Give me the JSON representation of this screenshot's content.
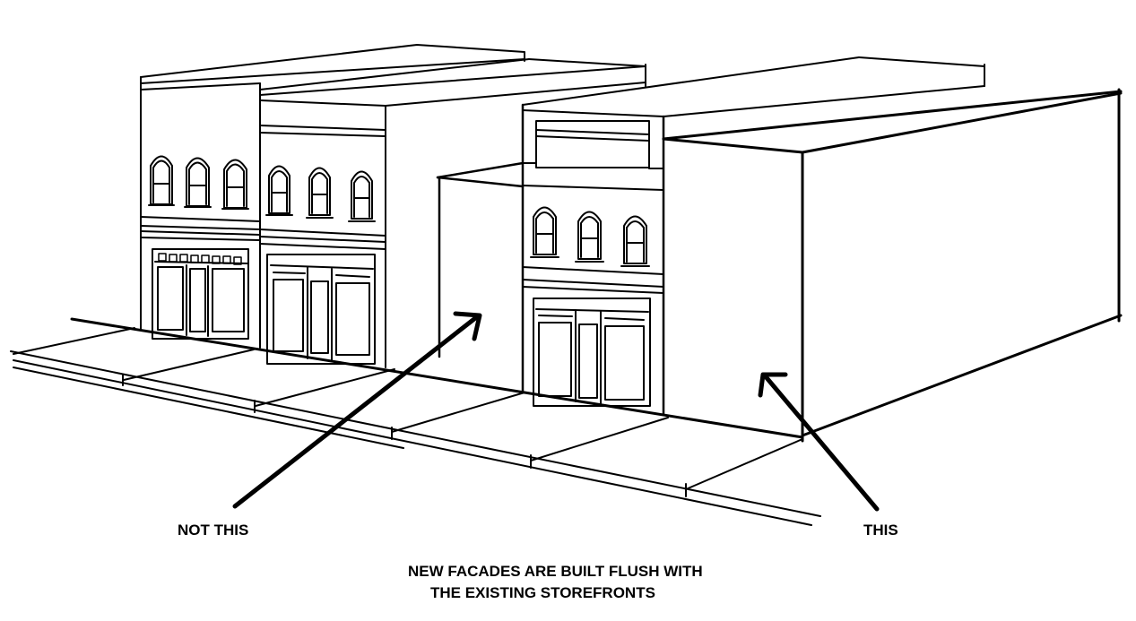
{
  "labels": {
    "not_this": "NOT THIS",
    "this": "THIS"
  },
  "caption": {
    "line1": "NEW FACADES ARE BUILT FLUSH WITH",
    "line2": "THE EXISTING STOREFRONTS"
  },
  "colors": {
    "ink": "#000000",
    "paper": "#ffffff"
  }
}
